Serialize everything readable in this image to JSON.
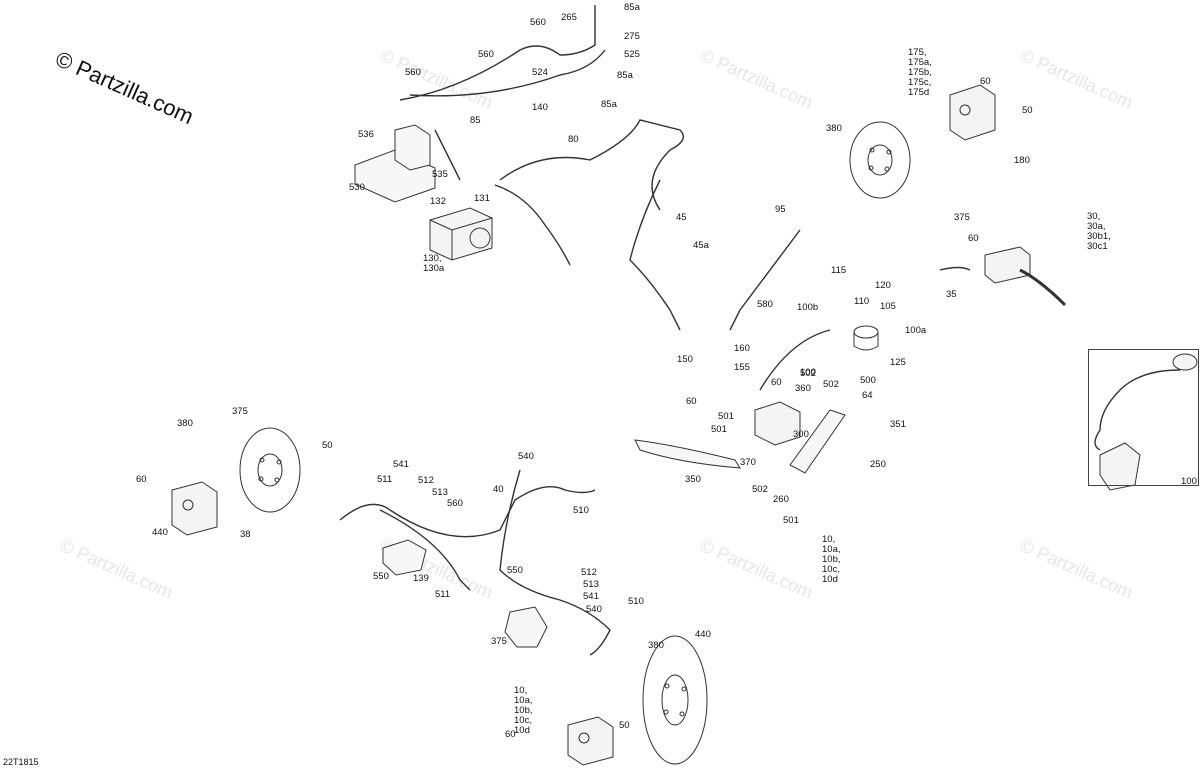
{
  "diagram": {
    "watermark_brand": "© Partzilla.com",
    "watermark_repeat": "© Partzilla.com",
    "code": "22T1815",
    "inset_label": "100"
  },
  "callouts": [
    "560",
    "265",
    "85a",
    "275",
    "560",
    "525",
    "524",
    "85a",
    "560",
    "140",
    "85a",
    "85",
    "536",
    "80",
    "535",
    "530",
    "132",
    "131",
    "130,\n130a",
    "175,\n175a,\n175b,\n175c,\n175d",
    "60",
    "50",
    "180",
    "380",
    "375",
    "30,\n30a,\n30b1,\n30c1",
    "60",
    "35",
    "45",
    "45a",
    "95",
    "115",
    "120",
    "110",
    "105",
    "100b",
    "580",
    "100a",
    "125",
    "160",
    "150",
    "155",
    "60",
    "60",
    "100",
    "502",
    "360",
    "502",
    "500",
    "64",
    "501",
    "351",
    "501",
    "300",
    "370",
    "250",
    "350",
    "502",
    "260",
    "501",
    "10,\n10a,\n10b,\n10c,\n10d",
    "380",
    "375",
    "50",
    "60",
    "440",
    "38",
    "540",
    "541",
    "511",
    "512",
    "513",
    "560",
    "40",
    "510",
    "550",
    "139",
    "550",
    "511",
    "512",
    "513",
    "541",
    "540",
    "510",
    "375",
    "380",
    "440",
    "10,\n10a,\n10b,\n10c,\n10d",
    "50",
    "60"
  ]
}
